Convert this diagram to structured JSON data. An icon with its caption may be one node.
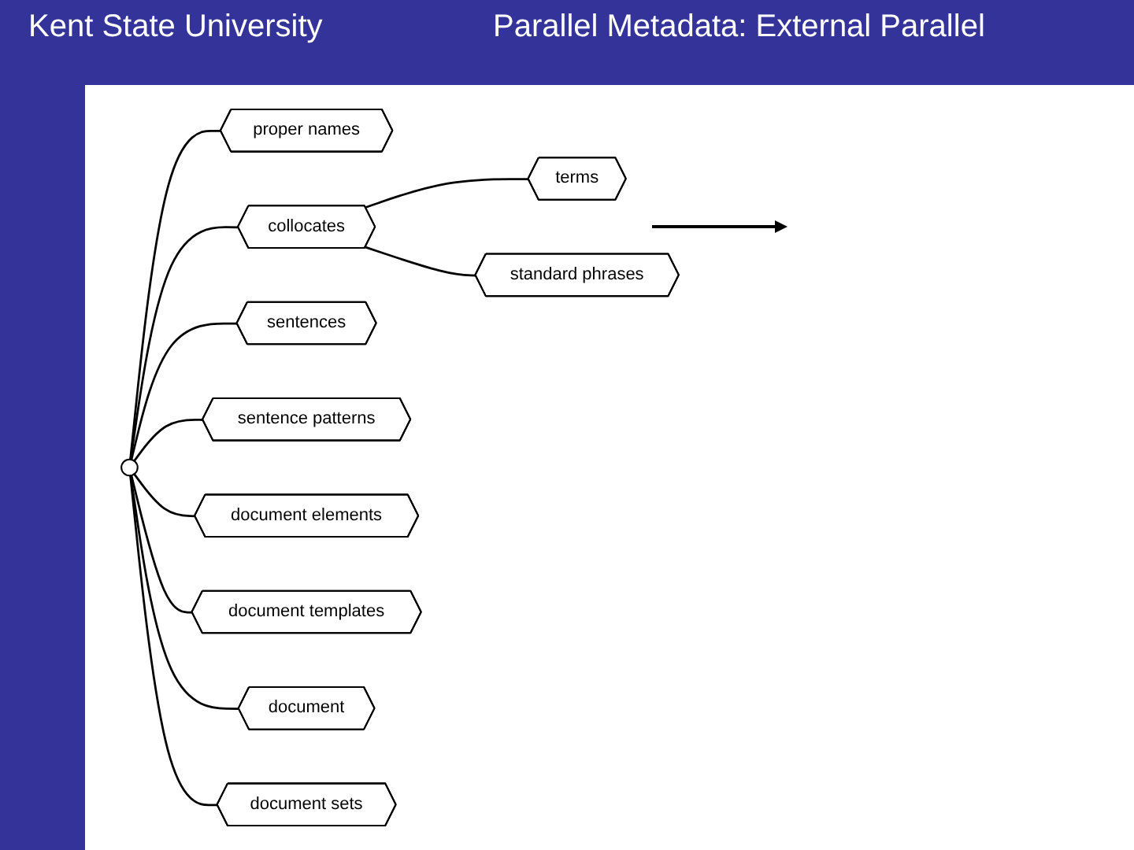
{
  "diagram": {
    "title": "Parallel Metadata: External Parallel",
    "nodes": [
      {
        "text": [],
        "shape": "circle"
      },
      {
        "text": [
          "proper names"
        ]
      },
      {
        "text": [
          "collocates"
        ]
      },
      {
        "text": [
          "terms"
        ]
      },
      {
        "text": [
          "standard phrases"
        ]
      },
      {
        "text": [
          "sentences"
        ]
      },
      {
        "text": [
          "sentence patterns"
        ]
      },
      {
        "text": [
          "document elements"
        ]
      },
      {
        "text": [
          "document templates"
        ]
      },
      {
        "text": [
          "document"
        ]
      },
      {
        "text": [
          "document sets"
        ]
      }
    ],
    "edges": [
      {
        "from": 0,
        "to": 1,
        "arrow": "none"
      },
      {
        "from": 0,
        "to": 2,
        "arrow": "none"
      },
      {
        "from": 2,
        "to": 3,
        "arrow": "none"
      },
      {
        "from": 2,
        "to": 4,
        "arrow": "none"
      },
      {
        "from": 0,
        "to": 5,
        "arrow": "none"
      },
      {
        "from": 0,
        "to": 6,
        "arrow": "none"
      },
      {
        "from": 0,
        "to": 7,
        "arrow": "none"
      },
      {
        "from": 0,
        "to": 8,
        "arrow": "none"
      },
      {
        "from": 0,
        "to": 9,
        "arrow": "none"
      },
      {
        "from": 0,
        "to": 10,
        "arrow": "none"
      }
    ],
    "labels": [
      "Kent State University"
    ]
  }
}
